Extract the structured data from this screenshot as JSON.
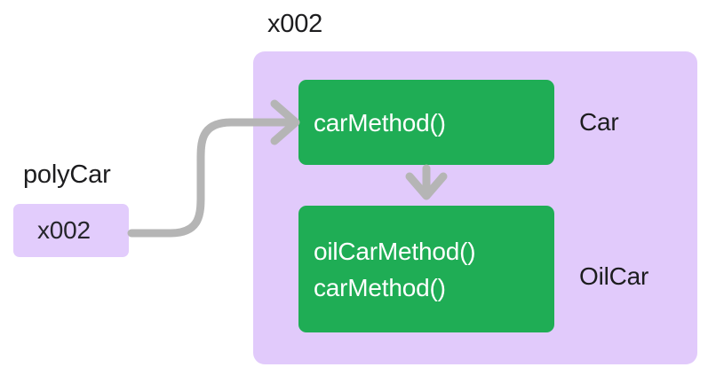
{
  "diagram": {
    "title_text": "x002",
    "variable": {
      "name_label": "polyCar",
      "value_text": "x002"
    },
    "object": {
      "address_title": "x002",
      "classes": [
        {
          "class_name": "Car",
          "methods_text": "carMethod()",
          "methods": [
            "carMethod()"
          ]
        },
        {
          "class_name": "OilCar",
          "methods_line1": "oilCarMethod()",
          "methods_line2": "carMethod()",
          "methods": [
            "oilCarMethod()",
            "carMethod()"
          ]
        }
      ]
    },
    "connectors": [
      {
        "name": "reference-arrow",
        "from": "polyCar value box",
        "to": "Car method box",
        "style": "curved-s-arrow"
      },
      {
        "name": "inheritance-arrow",
        "from": "Car method box",
        "to": "OilCar method box",
        "style": "straight-down-arrow"
      }
    ],
    "colors": {
      "page_background": "#FFFFFF",
      "lilac": "#E1CAFB",
      "green": "#1FAD55",
      "arrow_gray": "#B5B5B5",
      "text_dark": "#1D1D1F",
      "text_light": "#FFFFFF"
    }
  }
}
